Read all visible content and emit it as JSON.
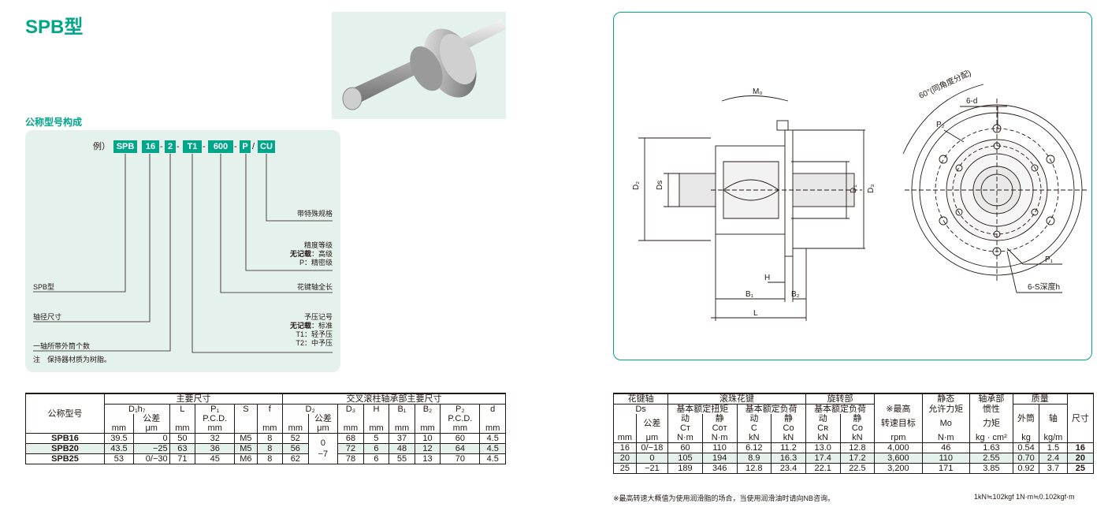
{
  "title": "SPB型",
  "model_heading": "公称型号构成",
  "model_example": {
    "prefix": "例）",
    "codes": [
      "SPB",
      "16",
      "2",
      "T1",
      "600",
      "P",
      "CU"
    ],
    "separators": [
      "-",
      "-",
      "-",
      "-",
      "/"
    ],
    "labels": {
      "special": "带特殊规格",
      "accuracy_title": "精度等级",
      "accuracy_none_key": "无记载",
      "accuracy_none_val": "：高级",
      "accuracy_p": "P：精密级",
      "spb_type": "SPB型",
      "spline_length": "花键轴全长",
      "shaft_dia": "轴径尺寸",
      "preload_title": "予压记号",
      "preload_none_key": "无记载",
      "preload_none_val": "：标准",
      "preload_t1": "T1：轻予压",
      "preload_t2": "T2：中予压",
      "outer_count": "一轴所带外筒个数",
      "note": "注　保持器材质为树脂。"
    }
  },
  "drawing": {
    "M0": "M₀",
    "angle": "60°(同角度分配)",
    "six_d": "6-d",
    "P2": "P₂",
    "P1": "P₁",
    "six_s": "6-S深度h",
    "D2": "D₂",
    "Ds": "Ds",
    "D1": "D₁",
    "D3": "D₃",
    "H": "H",
    "B1": "B₁",
    "B2": "B₂",
    "L": "L"
  },
  "left_table": {
    "h_model": "公称型号",
    "h_main": "主要尺寸",
    "h_cross": "交叉滚柱轴承部主要尺寸",
    "h_D": "D₁h₇",
    "h_tol": "公差",
    "h_L": "L",
    "h_P1": "P₁",
    "h_pcd": "P.C.D.",
    "h_S": "S",
    "h_f": "f",
    "h_D2": "D₂",
    "h_D3": "D₃",
    "h_H": "H",
    "h_B1": "B₁",
    "h_B2": "B₂",
    "h_P2": "P₂",
    "h_d": "d",
    "u_mm": "mm",
    "u_um": "μm",
    "rows": [
      {
        "model": "SPB16",
        "D1": "39.5",
        "tol": "0",
        "L": "50",
        "P1": "32",
        "S": "M5",
        "f": "8",
        "D2": "52",
        "D3": "68",
        "H": "5",
        "B1": "37",
        "B2": "10",
        "P2": "60",
        "d": "4.5"
      },
      {
        "model": "SPB20",
        "D1": "43.5",
        "tol": "−25",
        "L": "63",
        "P1": "36",
        "S": "M5",
        "f": "8",
        "D2": "56",
        "D3": "72",
        "H": "6",
        "B1": "48",
        "B2": "12",
        "P2": "64",
        "d": "4.5"
      },
      {
        "model": "SPB25",
        "D1": "53",
        "tol": "0/−30",
        "L": "71",
        "P1": "45",
        "S": "M6",
        "f": "8",
        "D2": "62",
        "D3": "78",
        "H": "6",
        "B1": "55",
        "B2": "13",
        "P2": "70",
        "d": "4.5"
      }
    ],
    "d2_tol_top": "0",
    "d2_tol_bot": "−7"
  },
  "right_table": {
    "h_spline": "花键轴",
    "h_ds": "Ds",
    "h_tol": "公差",
    "h_ball": "滚珠花键",
    "h_torque": "基本额定扭矩",
    "h_load": "基本额定负荷",
    "h_rot": "旋转部",
    "h_rot_load": "基本额定负荷",
    "h_max": "※最高",
    "h_max2": "转速目标",
    "h_static": "静态",
    "h_static2": "允许力矩",
    "h_bearing": "轴承部",
    "h_bearing2": "惯性",
    "h_bearing3": "力矩",
    "h_mass": "质量",
    "h_outer": "外筒",
    "h_shaft": "轴",
    "h_size": "尺寸",
    "h_dyn": "动",
    "h_sta": "静",
    "h_CT": "Cᴛ",
    "h_COT": "Coᴛ",
    "h_C": "C",
    "h_Co": "Co",
    "h_CR": "Cʀ",
    "h_CoR": "Co",
    "h_M0": "Mo",
    "u_mm": "mm",
    "u_um": "μm",
    "u_nm": "N·m",
    "u_kn": "kN",
    "u_rpm": "rpm",
    "u_kgcm2": "kg · cm²",
    "u_kg": "kg",
    "u_kgm": "kg/m",
    "rows": [
      {
        "ds": "16",
        "tol": "0/−18",
        "ct": "60",
        "cot": "110",
        "c": "6.12",
        "co": "11.2",
        "cr": "13.0",
        "cor": "12.8",
        "rpm": "4,000",
        "m0": "46",
        "inertia": "1.63",
        "outer": "0.54",
        "shaft": "1.5",
        "size": "16"
      },
      {
        "ds": "20",
        "tol": "0",
        "ct": "105",
        "cot": "194",
        "c": "8.9",
        "co": "16.3",
        "cr": "17.4",
        "cor": "17.2",
        "rpm": "3,600",
        "m0": "110",
        "inertia": "2.55",
        "outer": "0.70",
        "shaft": "2.4",
        "size": "20"
      },
      {
        "ds": "25",
        "tol": "−21",
        "ct": "189",
        "cot": "346",
        "c": "12.8",
        "co": "23.4",
        "cr": "22.1",
        "cor": "22.5",
        "rpm": "3,200",
        "m0": "171",
        "inertia": "3.85",
        "outer": "0.92",
        "shaft": "3.7",
        "size": "25"
      }
    ]
  },
  "footnote": "※最高转速大概值为使用润滑脂的场合，当使用润滑油时请向NB咨询。",
  "unit_note": "1kN≒102kgf  1N·m≒0.102kgf·m",
  "colors": {
    "accent": "#00a58a",
    "panel": "#e4f1ec",
    "ink": "#231815"
  }
}
